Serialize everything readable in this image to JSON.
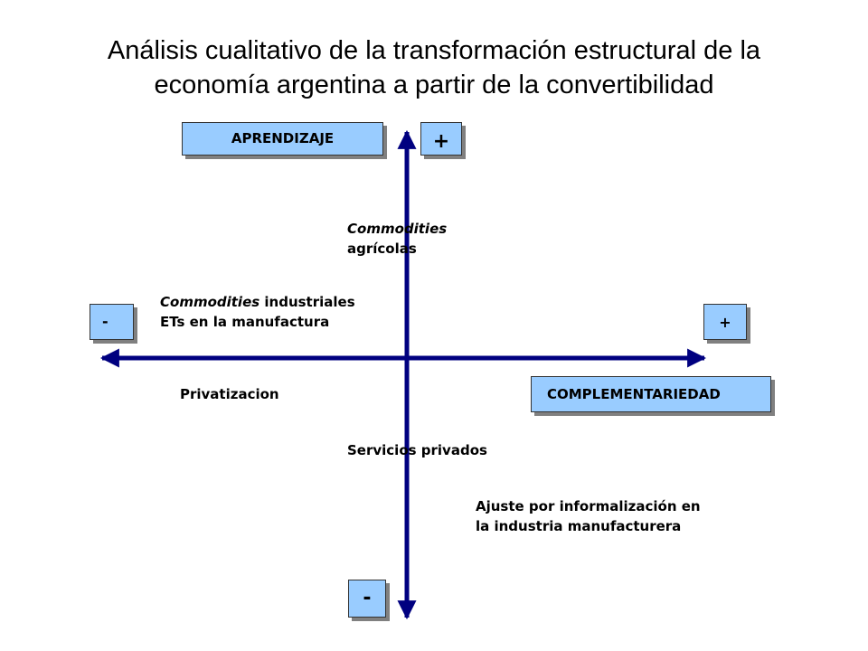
{
  "title": {
    "line1": "Análisis cualitativo de la transformación estructural de la",
    "line2": "economía argentina a partir de la convertibilidad"
  },
  "axes": {
    "vertical": {
      "top_box": "APRENDIZAJE",
      "top_sign": "+",
      "bottom_sign": "-"
    },
    "horizontal": {
      "left_sign": "-",
      "right_sign": "+",
      "right_box": "COMPLEMENTARIEDAD"
    },
    "color": "#000080"
  },
  "labels": {
    "commodities_agricolas": {
      "italic": "Commodities",
      "rest": "agrícolas"
    },
    "commodities_industriales": {
      "italic": "Commodities",
      "rest": " industriales"
    },
    "ets_manufactura": "ETs en la manufactura",
    "privatizacion": "Privatizacion",
    "servicios_privados": "Servicios privados",
    "ajuste_line1": "Ajuste por informalización en",
    "ajuste_line2": "la industria manufacturera"
  },
  "colors": {
    "box_fill": "#99ccff",
    "box_shadow": "#808080",
    "axis": "#000080"
  }
}
